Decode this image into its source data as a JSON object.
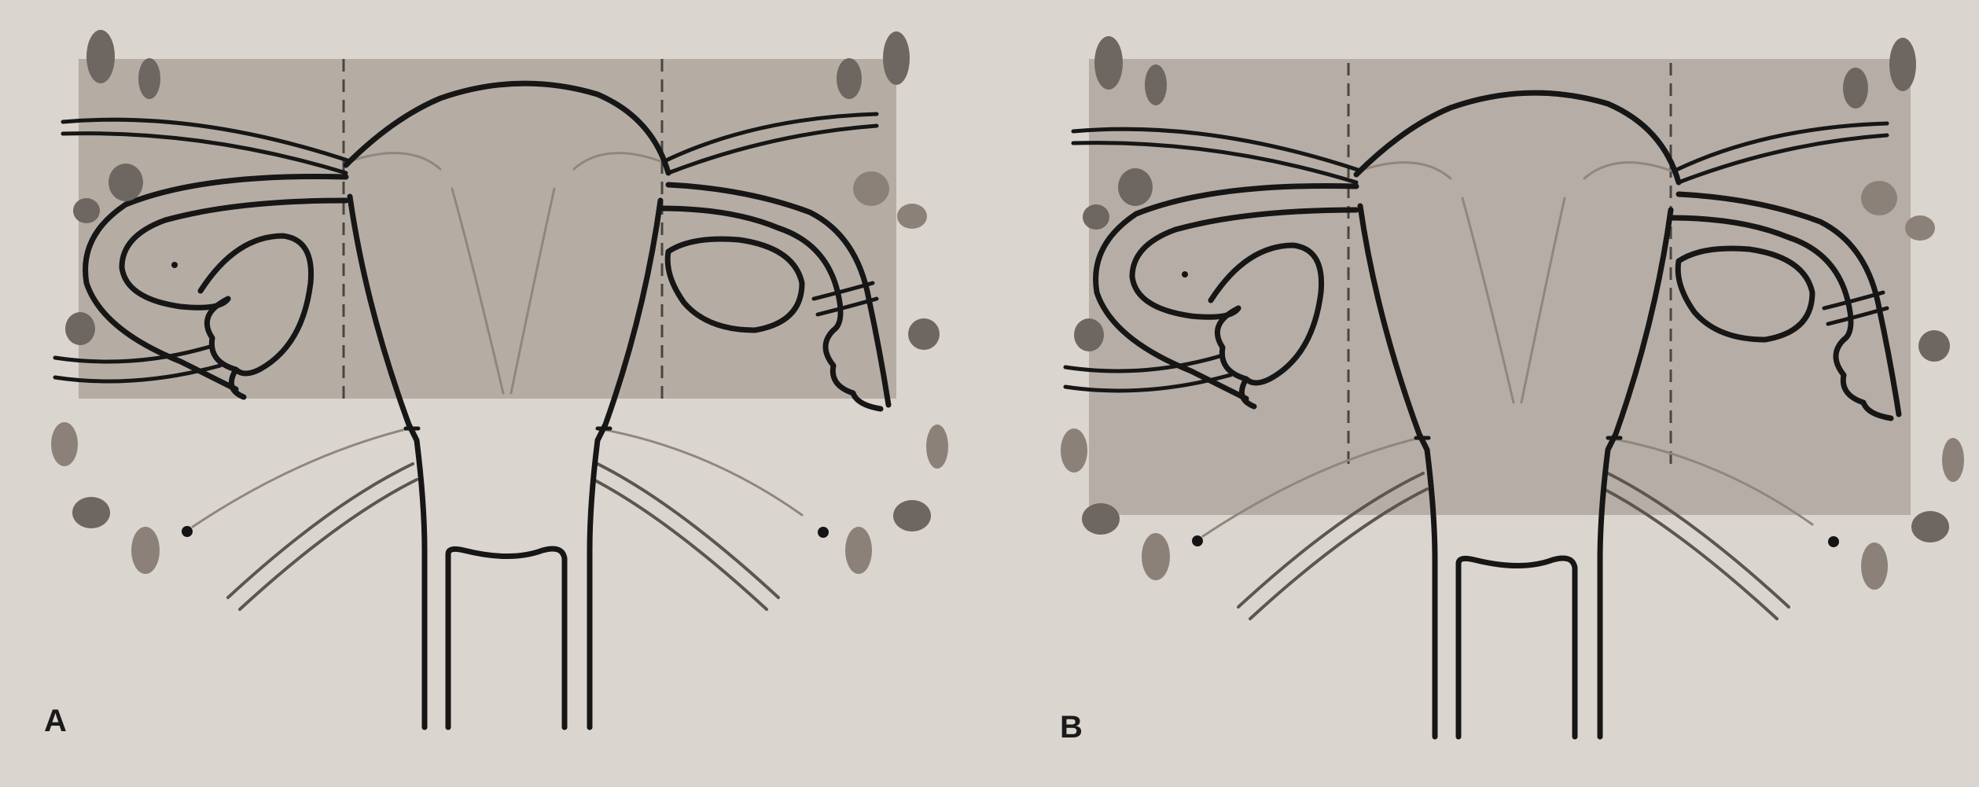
{
  "figure": {
    "panels": [
      {
        "id": "A",
        "label": "A"
      },
      {
        "id": "B",
        "label": "B"
      }
    ]
  },
  "colors": {
    "background": "#dad5cf",
    "treatment_field": "#a89f96",
    "outline": "#161616",
    "lymph_node": "#6e6660"
  }
}
